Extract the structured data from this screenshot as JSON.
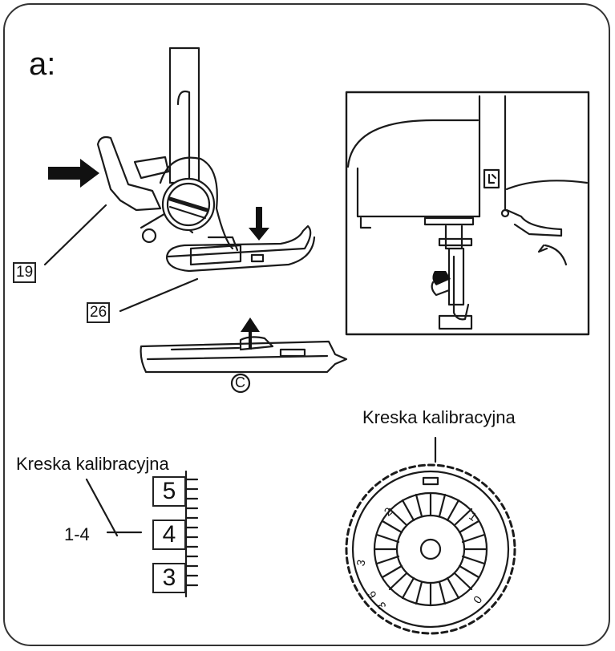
{
  "section_label": "a:",
  "part_labels": {
    "presser_lever": "19",
    "presser_foot": "26",
    "accessory": "C"
  },
  "gauge_left": {
    "title": "Kreska kalibracyjna",
    "range_label": "1-4",
    "digits": [
      "5",
      "4",
      "3"
    ]
  },
  "dial": {
    "title": "Kreska kalibracyjna",
    "marks": [
      "2",
      "1",
      "3",
      "6",
      "3",
      "0"
    ]
  },
  "machine_icon": "presser-foot-icon"
}
